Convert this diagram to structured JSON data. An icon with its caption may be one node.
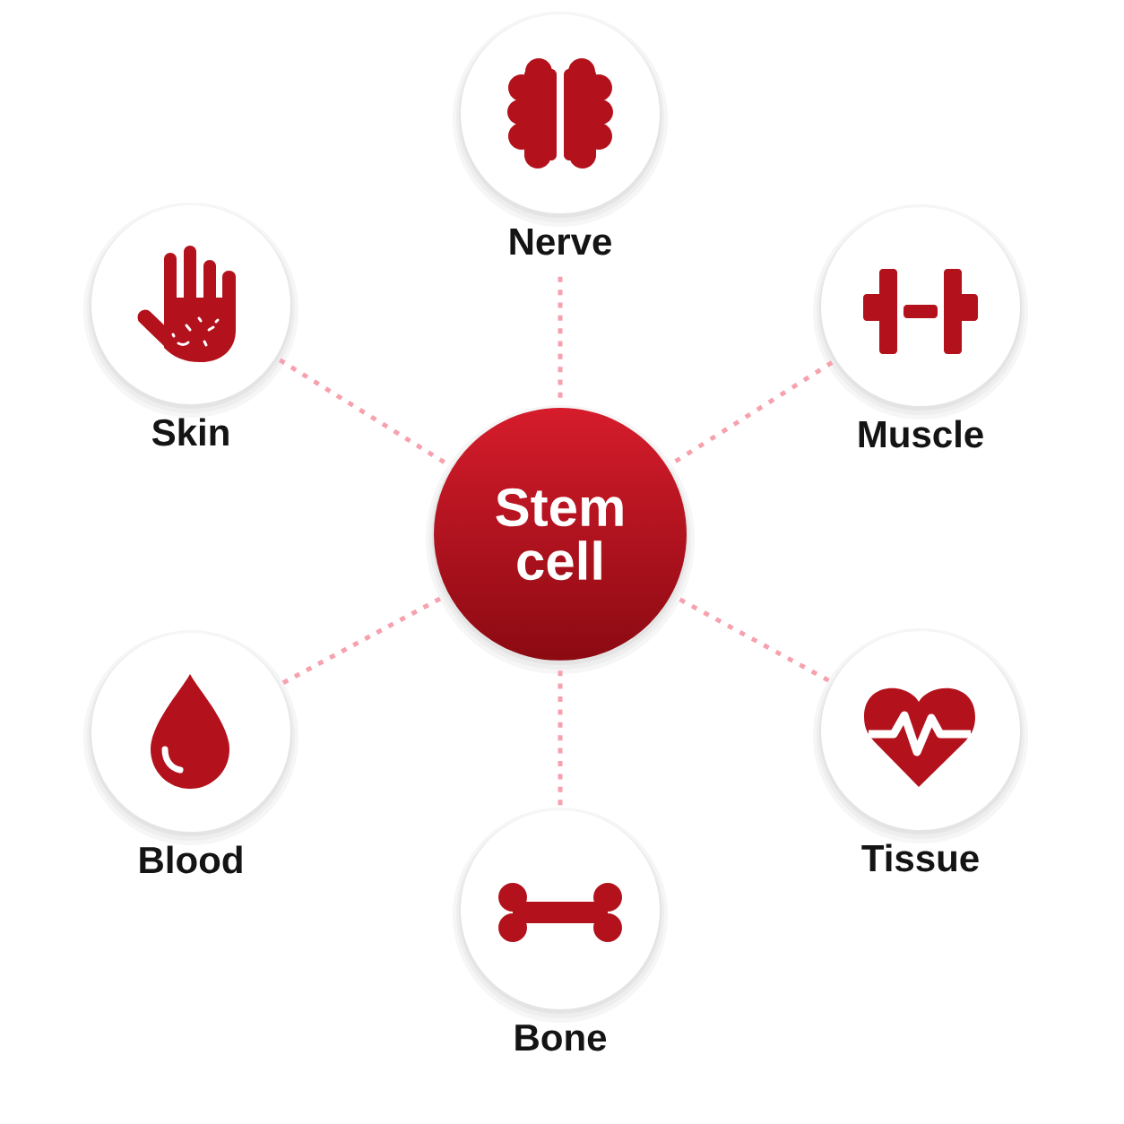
{
  "diagram": {
    "nodes": [
      {
        "text": [
          "Nerve"
        ]
      },
      {
        "text": [
          "Skin"
        ]
      },
      {
        "text": [
          "Muscle"
        ]
      },
      {
        "text": [
          "Stem cell"
        ]
      },
      {
        "text": [
          "Blood"
        ]
      },
      {
        "text": [
          "Tissue"
        ]
      },
      {
        "text": [
          "Bone"
        ]
      }
    ],
    "edges": [
      {
        "from": 3,
        "to": 0,
        "arrow": "none",
        "style": "dashed"
      },
      {
        "from": 3,
        "to": 1,
        "arrow": "none",
        "style": "dashed"
      },
      {
        "from": 3,
        "to": 2,
        "arrow": "none",
        "style": "dashed"
      },
      {
        "from": 3,
        "to": 4,
        "arrow": "none",
        "style": "dashed"
      },
      {
        "from": 3,
        "to": 5,
        "arrow": "none",
        "style": "dashed"
      },
      {
        "from": 3,
        "to": 6,
        "arrow": "none",
        "style": "dashed"
      }
    ]
  }
}
